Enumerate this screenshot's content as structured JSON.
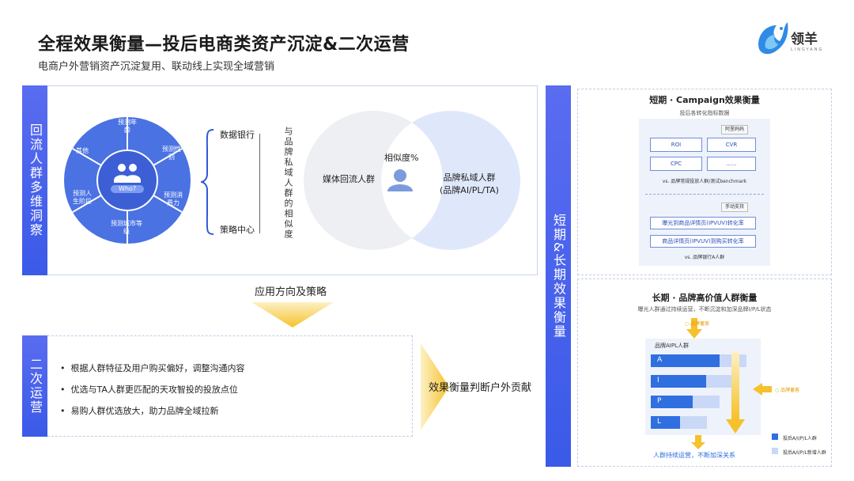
{
  "header": {
    "title": "全程效果衡量—投后电商类资产沉淀&二次运营",
    "subtitle": "电商户外营销资产沉淀复用、联动线上实现全域营销",
    "logo_text": "领羊",
    "logo_sub": "LINGYANG"
  },
  "insight": {
    "sidebar": "回流人群多维洞察",
    "center": "Who?",
    "segments": [
      "预测年龄",
      "预测性别",
      "预测消费力",
      "预测城市等级",
      "预测人生阶段",
      "其他"
    ],
    "outputs": {
      "top": "数据银行",
      "bottom": "策略中心"
    },
    "vertical_text": "与品牌私域人群的相似度",
    "venn": {
      "left": "媒体回流人群",
      "middle": "相似度%",
      "right_line1": "品牌私域人群",
      "right_line2": "(品牌AI/PL/TA)"
    }
  },
  "flow": {
    "label": "应用方向及策略",
    "right_label": "效果衡量判断户外贡献"
  },
  "secondary": {
    "sidebar": "二次运营",
    "bullets": [
      "根据人群特征及用户购买偏好，调整沟通内容",
      "优选与TA人群更匹配的天攻智投的投放点位",
      "易购人群优选放大，助力品牌全域拉新"
    ]
  },
  "measure": {
    "sidebar": "短期&长期效果衡量",
    "short": {
      "title": "短期 · Campaign效果衡量",
      "desc": "投后各转化指标数据",
      "tag1": "阿里妈妈",
      "metrics": [
        "ROI",
        "CVR",
        "CPC",
        "......"
      ],
      "compare1": "vs. 品牌常规投放人群/测试benchmark",
      "tag2": "手动支持",
      "rates": [
        "曝光到商品详情页(IPVUV)转化率",
        "商品详情页(IPVUV)到购买转化率"
      ],
      "compare2": "vs. 品牌银行A人群"
    },
    "long": {
      "title": "长期 · 品牌高价值人群衡量",
      "desc": "曝光人群通过持续运营，不断沉淀和加深品牌I/P/L状态",
      "top_note": "品牌蓄客",
      "chart_title": "品牌AIPL人群",
      "right_note": "品牌蓄客",
      "bottom_note": "人群持续运营，不断加深关系",
      "legend": [
        "投后A/I/P/L人群",
        "投后A/I/P/L新增人群"
      ]
    }
  },
  "chart_data": {
    "type": "bar",
    "title": "品牌AIPL人群",
    "categories": [
      "A",
      "I",
      "P",
      "L"
    ],
    "series": [
      {
        "name": "投后A/I/P/L人群",
        "values": [
          90,
          72,
          55,
          38
        ],
        "color": "#2f6fe0"
      },
      {
        "name": "投后A/I/P/L新增人群",
        "values": [
          35,
          35,
          35,
          35
        ],
        "color": "#c8d8f6"
      }
    ],
    "xlabel": "",
    "ylabel": "",
    "xlim": [
      0,
      130
    ],
    "legend": "bottom-right"
  },
  "colors": {
    "accent": "#3a5ae8",
    "arrow": "#f5c12c",
    "ring": "#4a6fe0",
    "light": "#dfe8fb"
  }
}
